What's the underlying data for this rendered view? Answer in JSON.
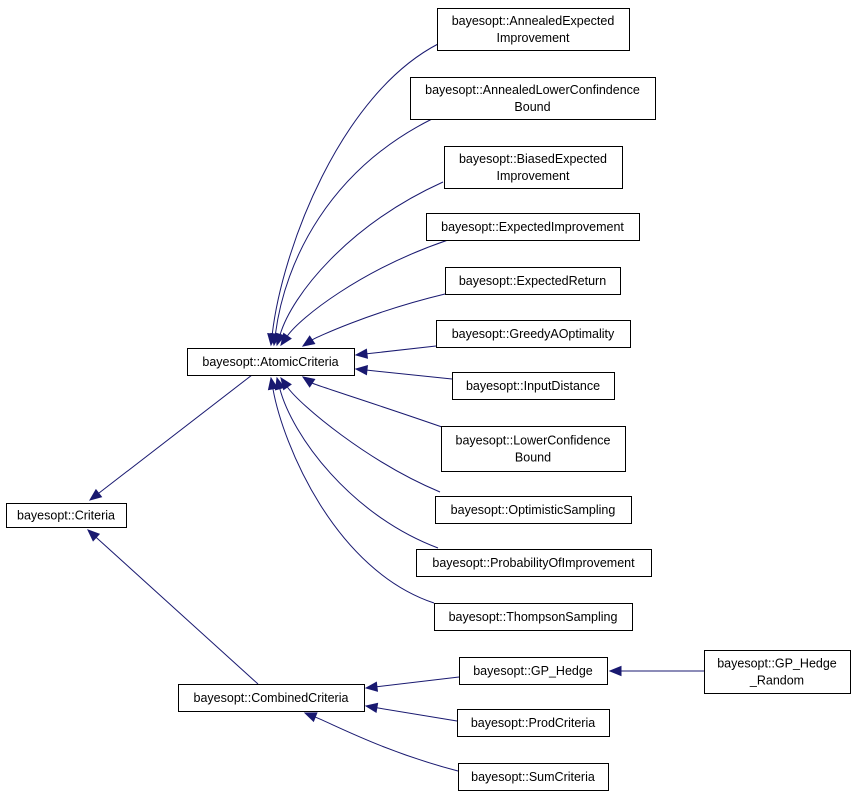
{
  "diagram": {
    "edge_color": "#191970",
    "nodes": [
      {
        "id": "criteria",
        "lines": [
          "bayesopt::Criteria"
        ]
      },
      {
        "id": "atomic",
        "lines": [
          "bayesopt::AtomicCriteria"
        ]
      },
      {
        "id": "combined",
        "lines": [
          "bayesopt::CombinedCriteria"
        ]
      },
      {
        "id": "annealed-ei",
        "lines": [
          "bayesopt::AnnealedExpected",
          "Improvement"
        ]
      },
      {
        "id": "annealed-lcb",
        "lines": [
          "bayesopt::AnnealedLowerConfindence",
          "Bound"
        ]
      },
      {
        "id": "biased-ei",
        "lines": [
          "bayesopt::BiasedExpected",
          "Improvement"
        ]
      },
      {
        "id": "expected-improvement",
        "lines": [
          "bayesopt::ExpectedImprovement"
        ]
      },
      {
        "id": "expected-return",
        "lines": [
          "bayesopt::ExpectedReturn"
        ]
      },
      {
        "id": "greedy-a-optimality",
        "lines": [
          "bayesopt::GreedyAOptimality"
        ]
      },
      {
        "id": "input-distance",
        "lines": [
          "bayesopt::InputDistance"
        ]
      },
      {
        "id": "lower-confidence-bound",
        "lines": [
          "bayesopt::LowerConfidence",
          "Bound"
        ]
      },
      {
        "id": "optimistic-sampling",
        "lines": [
          "bayesopt::OptimisticSampling"
        ]
      },
      {
        "id": "probability-of-improvement",
        "lines": [
          "bayesopt::ProbabilityOfImprovement"
        ]
      },
      {
        "id": "thompson-sampling",
        "lines": [
          "bayesopt::ThompsonSampling"
        ]
      },
      {
        "id": "gp-hedge",
        "lines": [
          "bayesopt::GP_Hedge"
        ]
      },
      {
        "id": "prod-criteria",
        "lines": [
          "bayesopt::ProdCriteria"
        ]
      },
      {
        "id": "sum-criteria",
        "lines": [
          "bayesopt::SumCriteria"
        ]
      },
      {
        "id": "gp-hedge-random",
        "lines": [
          "bayesopt::GP_Hedge",
          "_Random"
        ]
      }
    ],
    "edges": [
      {
        "from": "atomic",
        "to": "criteria"
      },
      {
        "from": "combined",
        "to": "criteria"
      },
      {
        "from": "annealed-ei",
        "to": "atomic"
      },
      {
        "from": "annealed-lcb",
        "to": "atomic"
      },
      {
        "from": "biased-ei",
        "to": "atomic"
      },
      {
        "from": "expected-improvement",
        "to": "atomic"
      },
      {
        "from": "expected-return",
        "to": "atomic"
      },
      {
        "from": "greedy-a-optimality",
        "to": "atomic"
      },
      {
        "from": "input-distance",
        "to": "atomic"
      },
      {
        "from": "lower-confidence-bound",
        "to": "atomic"
      },
      {
        "from": "optimistic-sampling",
        "to": "atomic"
      },
      {
        "from": "probability-of-improvement",
        "to": "atomic"
      },
      {
        "from": "thompson-sampling",
        "to": "atomic"
      },
      {
        "from": "gp-hedge",
        "to": "combined"
      },
      {
        "from": "prod-criteria",
        "to": "combined"
      },
      {
        "from": "sum-criteria",
        "to": "combined"
      },
      {
        "from": "gp-hedge-random",
        "to": "gp-hedge"
      }
    ]
  }
}
